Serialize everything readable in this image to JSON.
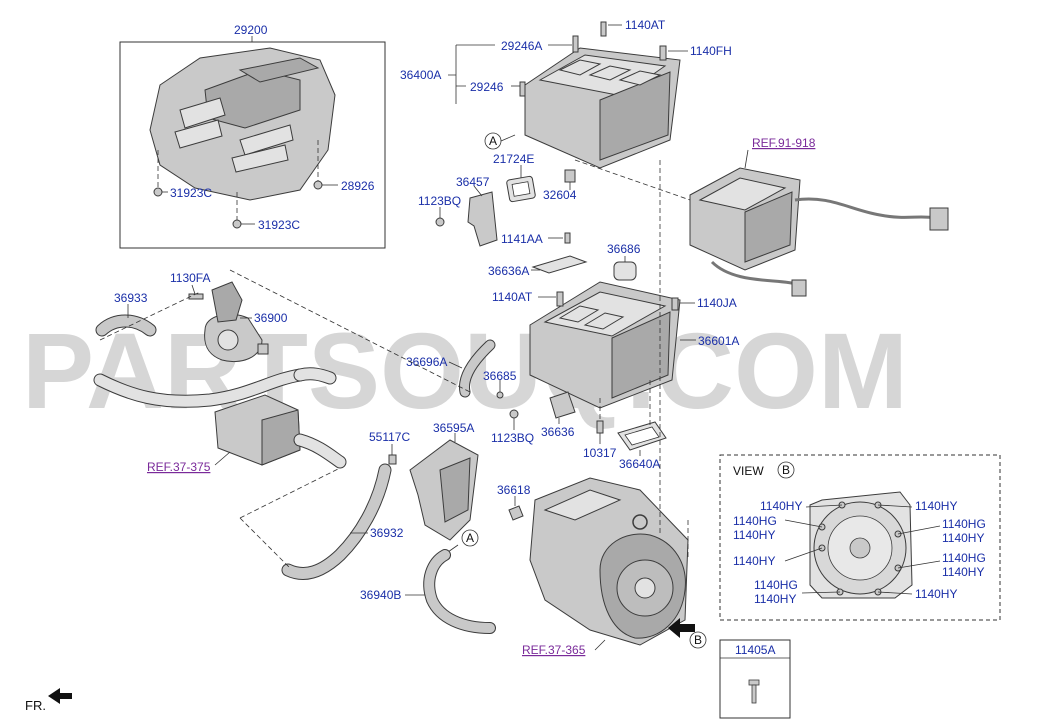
{
  "watermark": "PARTSOUQ.COM",
  "fr_label": "FR.",
  "view": {
    "label": "VIEW",
    "circle": "B"
  },
  "callout_a": "A",
  "callout_b": "B",
  "refs": {
    "ref_91": "REF.91-918",
    "ref_37_375": "REF.37-375",
    "ref_37_365": "REF.37-365"
  },
  "parts": {
    "p29200": "29200",
    "p31923c_a": "31923C",
    "p31923c_b": "31923C",
    "p28926": "28926",
    "p29246a": "29246A",
    "p29246": "29246",
    "p36400a": "36400A",
    "p1140at_top": "1140AT",
    "p1140fh": "1140FH",
    "p21724e": "21724E",
    "p32604": "32604",
    "p36457": "36457",
    "p1123bq_top": "1123BQ",
    "p1141aa": "1141AA",
    "p36686": "36686",
    "p36636a": "36636A",
    "p1140at_mid": "1140AT",
    "p1140ja": "1140JA",
    "p36601a": "36601A",
    "p1130fa": "1130FA",
    "p36933": "36933",
    "p36900": "36900",
    "p36696a": "36696A",
    "p36685": "36685",
    "p1123bq_mid": "1123BQ",
    "p36636": "36636",
    "p10317": "10317",
    "p36640a": "36640A",
    "p55117c": "55117C",
    "p36595a": "36595A",
    "p36618": "36618",
    "p36932": "36932",
    "p36940b": "36940B"
  },
  "view_parts": {
    "l1": "1140HY",
    "l2": "1140HG",
    "l3": "1140HY",
    "l4": "1140HY",
    "l5": "1140HG",
    "l6": "1140HY",
    "r1": "1140HY",
    "r2": "1140HG",
    "r3": "1140HY",
    "r4": "1140HG",
    "r5": "1140HY",
    "r6": "1140HY"
  },
  "bolt_box": {
    "label": "11405A"
  }
}
